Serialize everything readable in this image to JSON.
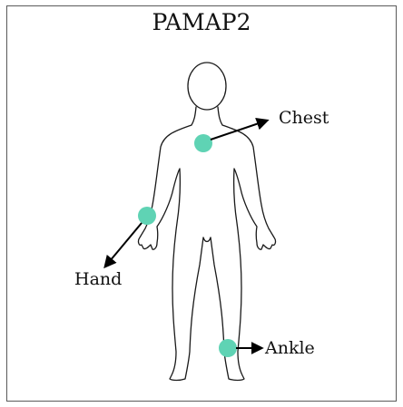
{
  "title": "PAMAP2",
  "sensors": [
    {
      "label": "Chest"
    },
    {
      "label": "Hand"
    },
    {
      "label": "Ankle"
    }
  ],
  "colors": {
    "sensor": "#5fd3b4",
    "outline": "#1a1a1a",
    "arrow": "#000000",
    "border": "#5a5a5a"
  }
}
